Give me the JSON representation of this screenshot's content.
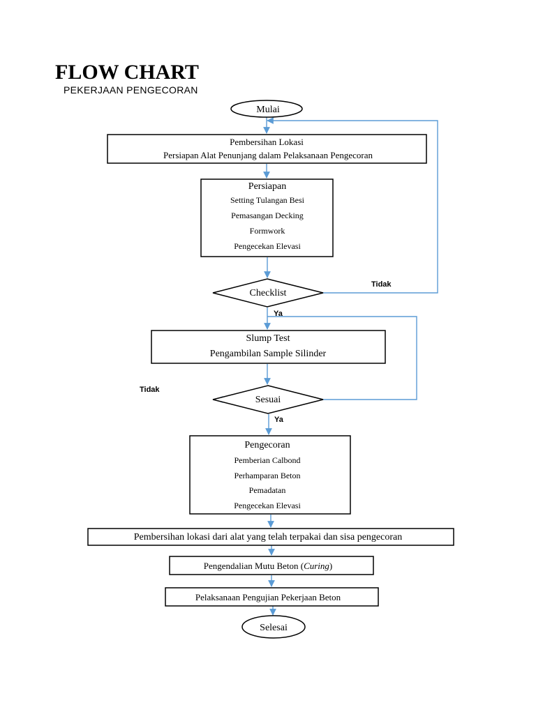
{
  "header": {
    "title": "FLOW CHART",
    "subtitle": "PEKERJAAN PENGECORAN"
  },
  "nodes": {
    "start": "Mulai",
    "cleaning": {
      "line1": "Pembersihan Lokasi",
      "line2": "Persiapan Alat Penunjang dalam Pelaksanaan Pengecoran"
    },
    "preparation": {
      "heading": "Persiapan",
      "items": [
        "Setting Tulangan Besi",
        "Pemasangan Decking",
        "Formwork",
        "Pengecekan Elevasi"
      ]
    },
    "checklist": "Checklist",
    "slump": {
      "line1": "Slump Test",
      "line2": "Pengambilan Sample Silinder"
    },
    "sesuai": "Sesuai",
    "casting": {
      "heading": "Pengecoran",
      "items": [
        "Pemberian Calbond",
        "Perhamparan Beton",
        "Pemadatan",
        "Pengecekan Elevasi"
      ]
    },
    "final_cleaning": "Pembersihan lokasi dari alat yang telah terpakai dan sisa pengecoran",
    "quality": {
      "prefix": "Pengendalian Mutu Beton (",
      "italic": "Curing",
      "suffix": ")"
    },
    "testing": "Pelaksanaan Pengujian Pekerjaan Beton",
    "end": "Selesai"
  },
  "edge_labels": {
    "checklist_no": "Tidak",
    "checklist_yes": "Ya",
    "sesuai_no": "Tidak",
    "sesuai_yes": "Ya"
  },
  "colors": {
    "connector": "#5b9bd5",
    "outline": "#000000"
  }
}
